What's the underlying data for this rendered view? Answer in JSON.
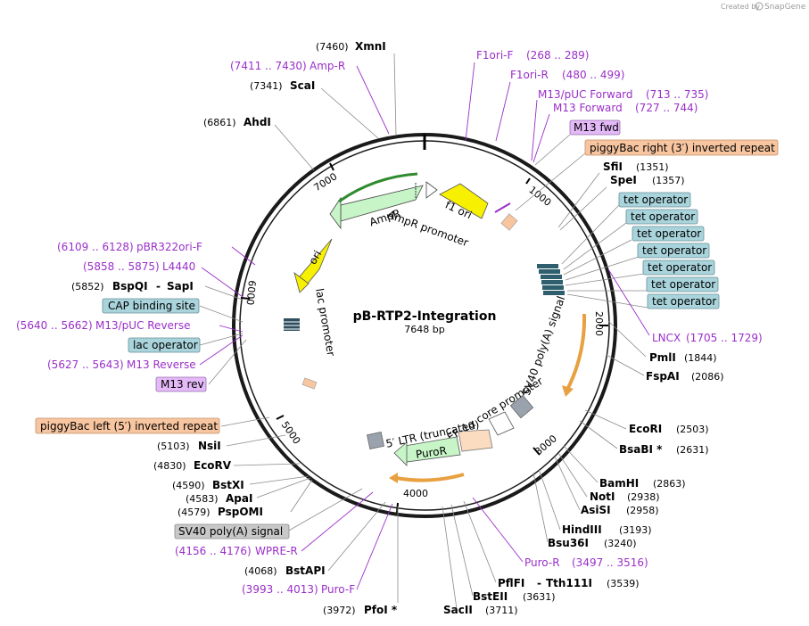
{
  "header": {
    "credit": "Created by",
    "brand": "SnapGene"
  },
  "center": {
    "name": "pB-RTP2-Integration",
    "length": "7648 bp"
  },
  "ticks": [
    "1000",
    "2000",
    "3000",
    "4000",
    "5000",
    "6000",
    "7000"
  ],
  "arc_labels": {
    "ampr": "AmpR",
    "ampr_promoter": "AmpR promoter",
    "f1ori": "f1 ori",
    "ori": "ori",
    "lac_promoter": "lac promoter",
    "sv40": "SV40 poly(A) signal",
    "ef1a": "EF-1α core promoter",
    "ltr": "5′ LTR (truncated)",
    "puror": "PuroR"
  },
  "left_labels": [
    {
      "pos": "(7460)",
      "name": "XmnI"
    },
    {
      "range": "(7411 .. 7430)",
      "name": "Amp-R"
    },
    {
      "pos": "(7341)",
      "name": "ScaI"
    },
    {
      "pos": "(6861)",
      "name": "AhdI"
    },
    {
      "range": "(6109 .. 6128)",
      "name": "pBR322ori-F"
    },
    {
      "range": "(5858 .. 5875)",
      "name": "L4440"
    },
    {
      "pos": "(5852)",
      "name": "BspQI",
      "name2": "SapI"
    },
    {
      "box": "CAP binding site"
    },
    {
      "range": "(5640 .. 5662)",
      "name": "M13/pUC Reverse"
    },
    {
      "box": "lac operator"
    },
    {
      "range": "(5627 .. 5643)",
      "name": "M13 Reverse"
    },
    {
      "box": "M13 rev"
    },
    {
      "box": "piggyBac left (5′) inverted repeat"
    },
    {
      "pos": "(5103)",
      "name": "NsiI"
    },
    {
      "pos": "(4830)",
      "name": "EcoRV"
    },
    {
      "pos": "(4590)",
      "name": "BstXI"
    },
    {
      "pos": "(4583)",
      "name": "ApaI"
    },
    {
      "pos": "(4579)",
      "name": "PspOMI"
    },
    {
      "box": "SV40 poly(A) signal"
    },
    {
      "range": "(4156 .. 4176)",
      "name": "WPRE-R"
    },
    {
      "pos": "(4068)",
      "name": "BstAPI"
    },
    {
      "range": "(3993 .. 4013)",
      "name": "Puro-F"
    },
    {
      "pos": "(3972)",
      "name": "PfoI *"
    }
  ],
  "right_labels": [
    {
      "name": "F1ori-F",
      "range": "(268 .. 289)"
    },
    {
      "name": "F1ori-R",
      "range": "(480 .. 499)"
    },
    {
      "name": "M13/pUC Forward",
      "range": "(713 .. 735)"
    },
    {
      "name": "M13 Forward",
      "range": "(727 .. 744)"
    },
    {
      "box": "M13 fwd"
    },
    {
      "box": "piggyBac right (3′) inverted repeat"
    },
    {
      "name": "SfiI",
      "pos": "(1351)"
    },
    {
      "name": "SpeI",
      "pos": "(1357)"
    },
    {
      "box": "tet operator"
    },
    {
      "box": "tet operator"
    },
    {
      "box": "tet operator"
    },
    {
      "box": "tet operator"
    },
    {
      "box": "tet operator"
    },
    {
      "box": "tet operator"
    },
    {
      "box": "tet operator"
    },
    {
      "name": "LNCX",
      "range": "(1705 .. 1729)"
    },
    {
      "name": "PmlI",
      "pos": "(1844)"
    },
    {
      "name": "FspAI",
      "pos": "(2086)"
    },
    {
      "name": "EcoRI",
      "pos": "(2503)"
    },
    {
      "name": "BsaBI *",
      "pos": "(2631)"
    },
    {
      "name": "BamHI",
      "pos": "(2863)"
    },
    {
      "name": "NotI",
      "pos": "(2938)"
    },
    {
      "name": "AsiSI",
      "pos": "(2958)"
    },
    {
      "name": "HindIII",
      "pos": "(3193)"
    },
    {
      "name": "Bsu36I",
      "pos": "(3240)"
    },
    {
      "name": "Puro-R",
      "range": "(3497 .. 3516)"
    },
    {
      "name": "PflFI",
      "name2": "Tth111I",
      "pos": "(3539)"
    },
    {
      "name": "BstEII",
      "pos": "(3631)"
    },
    {
      "name": "SacII",
      "pos": "(3711)"
    }
  ],
  "colors": {
    "primer": "#9a2fc9",
    "ampr": "#c8f5c8",
    "ori": "#f7f000",
    "repeat": "#f7c59f",
    "operator": "#a9d4dc",
    "mfwd": "#e3b9f7",
    "sv40box": "#c8c8c8",
    "puro_orange": "#e8a040"
  }
}
